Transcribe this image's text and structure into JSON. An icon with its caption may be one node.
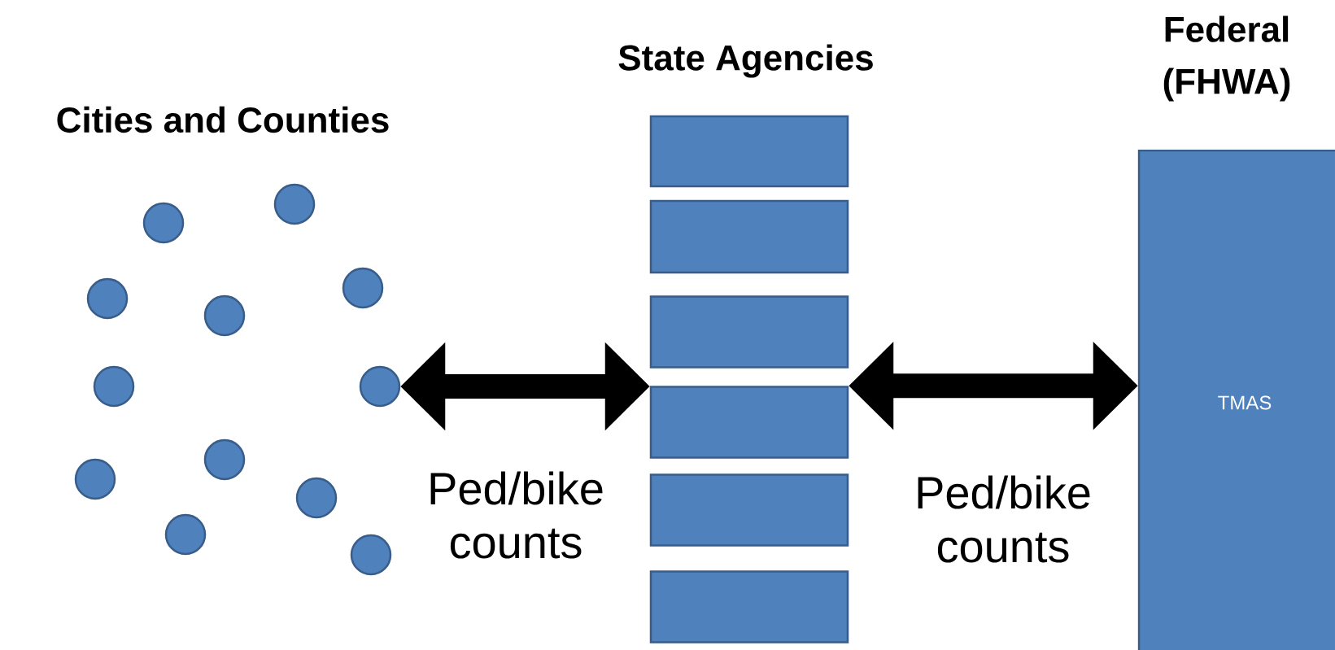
{
  "diagram": {
    "nodes": [
      {
        "text": [
          "Cities and Counties"
        ]
      },
      {
        "text": [],
        "shape": "circle"
      },
      {
        "text": [],
        "shape": "circle"
      },
      {
        "text": [],
        "shape": "circle"
      },
      {
        "text": [],
        "shape": "circle"
      },
      {
        "text": [],
        "shape": "circle"
      },
      {
        "text": [],
        "shape": "circle"
      },
      {
        "text": [],
        "shape": "circle"
      },
      {
        "text": [],
        "shape": "circle"
      },
      {
        "text": [],
        "shape": "circle"
      },
      {
        "text": [],
        "shape": "circle"
      },
      {
        "text": [],
        "shape": "circle"
      },
      {
        "text": [],
        "shape": "circle"
      },
      {
        "text": [
          "State Agencies"
        ]
      },
      {
        "text": [],
        "shape": "box"
      },
      {
        "text": [],
        "shape": "box"
      },
      {
        "text": [],
        "shape": "box"
      },
      {
        "text": [],
        "shape": "box"
      },
      {
        "text": [],
        "shape": "box"
      },
      {
        "text": [],
        "shape": "box"
      },
      {
        "text": [
          "Federal (FHWA)",
          "TMAS"
        ]
      }
    ],
    "edges": [
      {
        "from": 7,
        "to": 17,
        "arrow": "both",
        "label": "Ped/bike counts"
      },
      {
        "from": 17,
        "to": 20,
        "arrow": "both",
        "label": "Ped/bike counts"
      }
    ]
  }
}
